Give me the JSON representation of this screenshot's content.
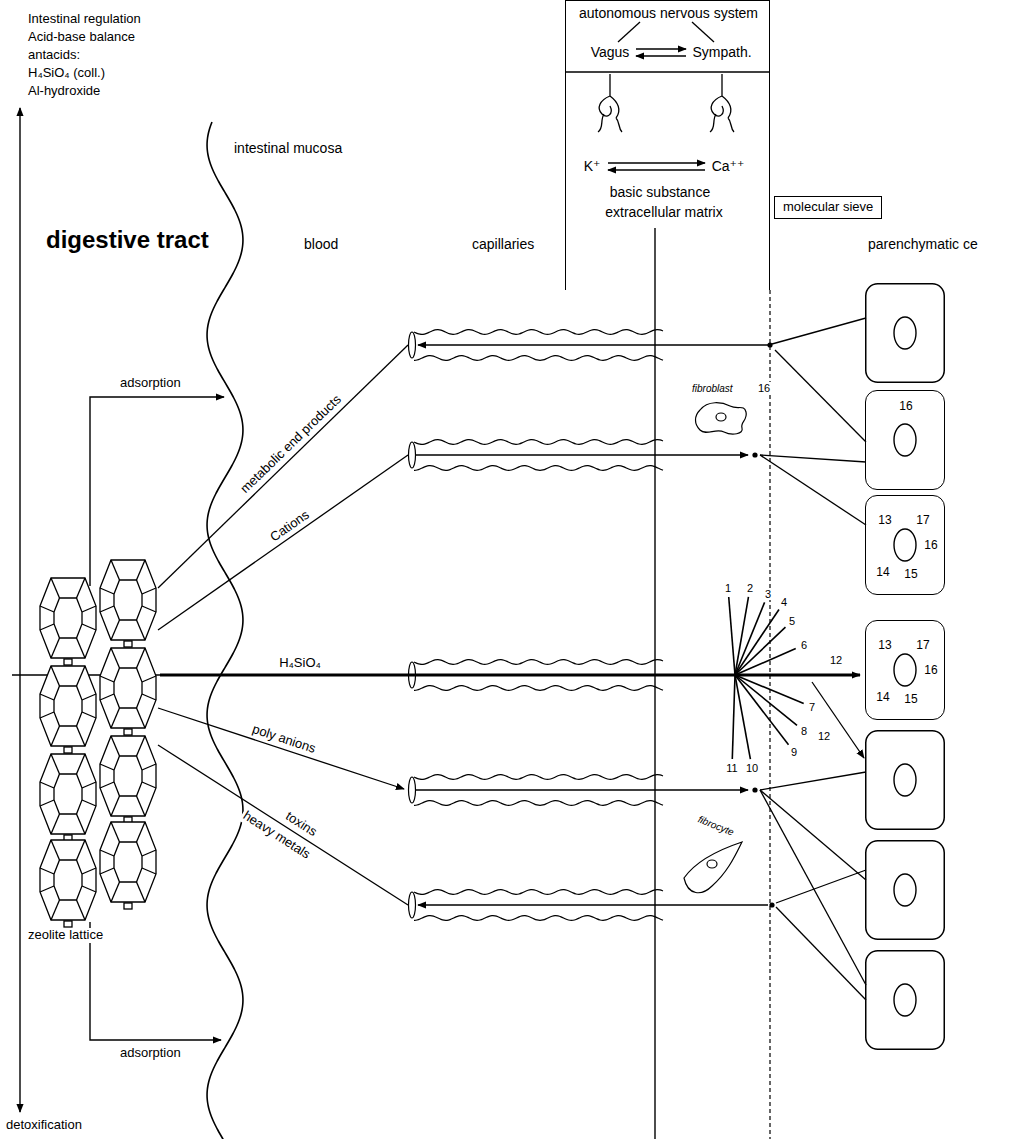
{
  "diagram": {
    "nodes": [
      {
        "text": [
          "autonomous nervous system"
        ]
      },
      {
        "text": [
          "molecular sieve"
        ]
      },
      {
        "text": [
          "16"
        ]
      },
      {
        "text": [
          "13",
          "17",
          "16",
          "14",
          "15"
        ]
      },
      {
        "text": [
          "13",
          "17",
          "16",
          "14",
          "15"
        ]
      }
    ],
    "labels": [
      "Intestinal regulation",
      "Acid-base balance",
      "antacids:",
      "H₄SiO₄ (coll.)",
      "Al-hydroxide",
      "Vagus",
      "Sympath.",
      "K⁺",
      "Ca⁺⁺",
      "basic substance",
      "extracellular matrix",
      "intestinal mucosa",
      "digestive tract",
      "blood",
      "capillaries",
      "parenchymatic ce",
      "adsorption",
      "metabolic end products",
      "fibroblast",
      "16",
      "Cations",
      "H₄SiO₄",
      "1",
      "2",
      "3",
      "4",
      "5",
      "6",
      "7",
      "8",
      "9",
      "10",
      "11",
      "12",
      "12",
      "poly anions",
      "fibrocyte",
      "zeolite lattice",
      "toxins",
      "heavy metals",
      "adsorption",
      "detoxification"
    ]
  }
}
